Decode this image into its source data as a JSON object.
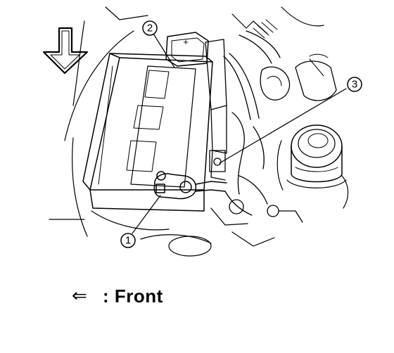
{
  "callouts": [
    {
      "number": "1"
    },
    {
      "number": "2"
    },
    {
      "number": "3"
    }
  ],
  "battery": {
    "terminal_mark": "+"
  },
  "legend": {
    "arrow_icon": "left-arrow-icon",
    "arrow_glyph": "⇐",
    "label": ": Front"
  },
  "colors": {
    "line": "#000000",
    "background": "#ffffff"
  }
}
